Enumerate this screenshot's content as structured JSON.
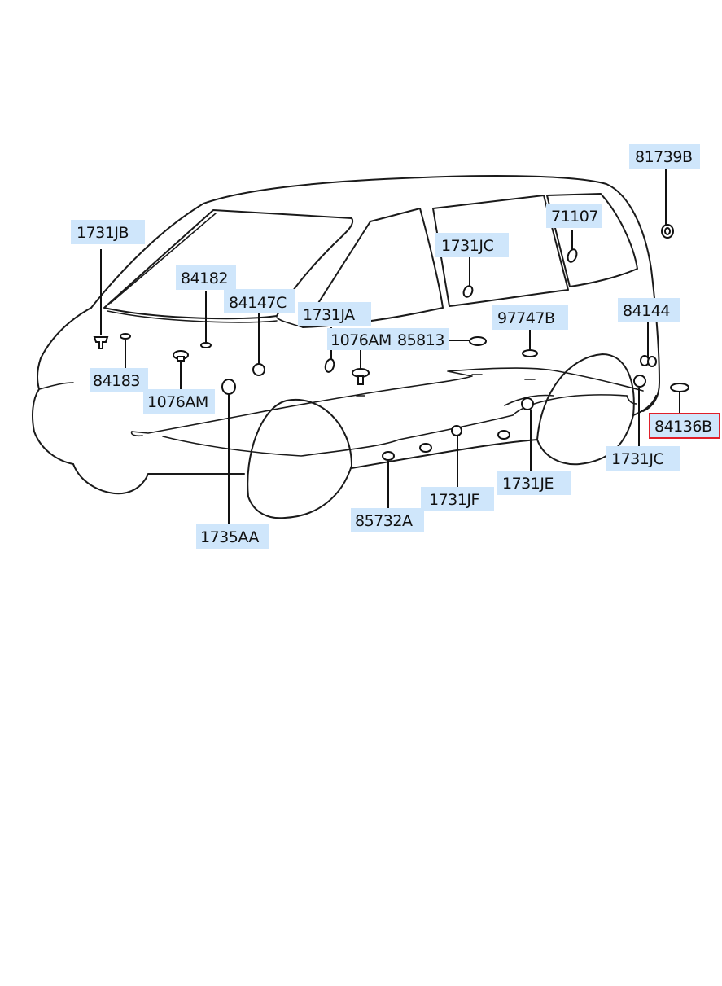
{
  "labels": {
    "p81739B": "81739B",
    "p1731JB": "1731JB",
    "p71107": "71107",
    "p1731JC_top": "1731JC",
    "p84182": "84182",
    "p84147C": "84147C",
    "p1731JA": "1731JA",
    "p84144": "84144",
    "p97747B": "97747B",
    "p1076AM_mid": "1076AM",
    "p85813": "85813",
    "p84183": "84183",
    "p1076AM_left": "1076AM",
    "p84136B": "84136B",
    "p1731JC_bottom": "1731JC",
    "p1731JE": "1731JE",
    "p1731JF": "1731JF",
    "p85732A": "85732A",
    "p1735AA": "1735AA"
  },
  "colors": {
    "label_highlight": "#cfe6fb",
    "selected_outline": "#e0202a",
    "line": "#1a1a1a"
  },
  "selected_part": "84136B"
}
